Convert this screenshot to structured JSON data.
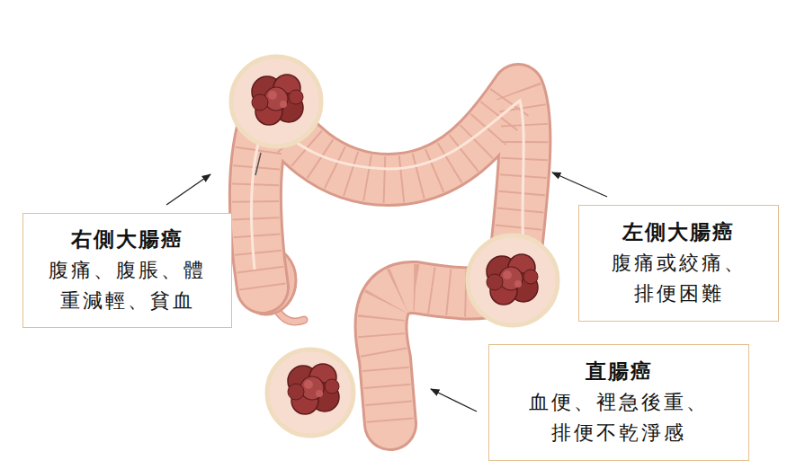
{
  "diagram": {
    "nodes": [
      {
        "text": [
          "右側大腸癌",
          "腹痛、腹脹、體 重減輕、貧血"
        ]
      },
      {
        "text": [
          "左側大腸癌",
          "腹痛或絞痛、 排便困難"
        ]
      },
      {
        "text": [
          "直腸癌",
          "血便、裡急後重、 排便不乾淨感"
        ]
      }
    ]
  }
}
